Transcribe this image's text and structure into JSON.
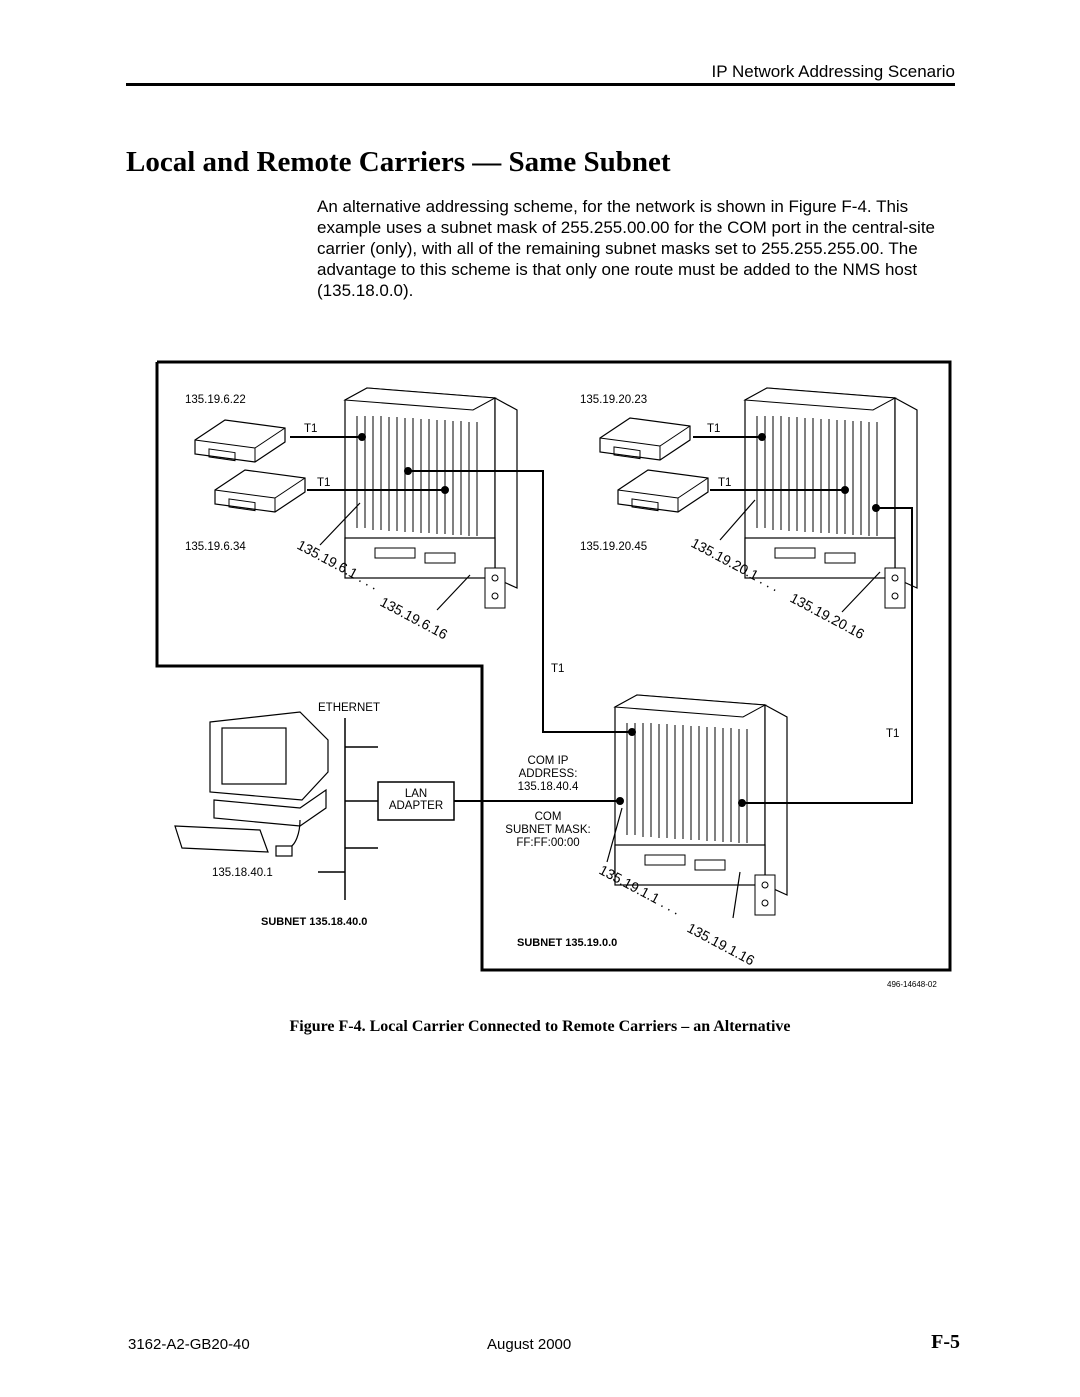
{
  "header": {
    "running_title": "IP Network Addressing Scenario"
  },
  "section_title": "Local and Remote Carriers — Same Subnet",
  "intro_paragraph": "An alternative addressing scheme, for the network is shown in Figure F-4. This example uses a subnet mask of 255.255.00.00 for the COM port in the central-site carrier (only), with all of the remaining subnet masks set to 255.255.255.00. The advantage to this scheme is that only one route must be added to the NMS host (135.18.0.0).",
  "figure": {
    "remote_left": {
      "device_top_ip": "135.19.6.22",
      "device_bottom_ip": "135.19.6.34",
      "link_top": "T1",
      "link_bottom": "T1",
      "slot_range_start": "135.19.6.1 . . .",
      "slot_range_end": "135.19.6.16"
    },
    "remote_right": {
      "device_top_ip": "135.19.20.23",
      "device_bottom_ip": "135.19.20.45",
      "link_top": "T1",
      "link_bottom": "T1",
      "slot_range_start": "135.19.20.1 . . .",
      "slot_range_end": "135.19.20.16"
    },
    "link_center": "T1",
    "link_right": "T1",
    "ethernet_label": "ETHERNET",
    "lan_adapter_line1": "LAN",
    "lan_adapter_line2": "ADAPTER",
    "com_ip_line1": "COM IP",
    "com_ip_line2": "ADDRESS:",
    "com_ip_value": "135.18.40.4",
    "com_mask_line1": "COM",
    "com_mask_line2": "SUBNET MASK:",
    "com_mask_value": "FF:FF:00:00",
    "nms_ip": "135.18.40.1",
    "subnet_lan": "SUBNET 135.18.40.0",
    "subnet_carrier": "SUBNET 135.19.0.0",
    "central_slot_start": "135.19.1.1 . . .",
    "central_slot_end": "135.19.1.16",
    "figure_id": "496-14648-02",
    "caption": "Figure F-4.   Local Carrier Connected to Remote Carriers – an Alternative"
  },
  "footer": {
    "doc_number": "3162-A2-GB20-40",
    "date": "August 2000",
    "page": "F-5"
  }
}
